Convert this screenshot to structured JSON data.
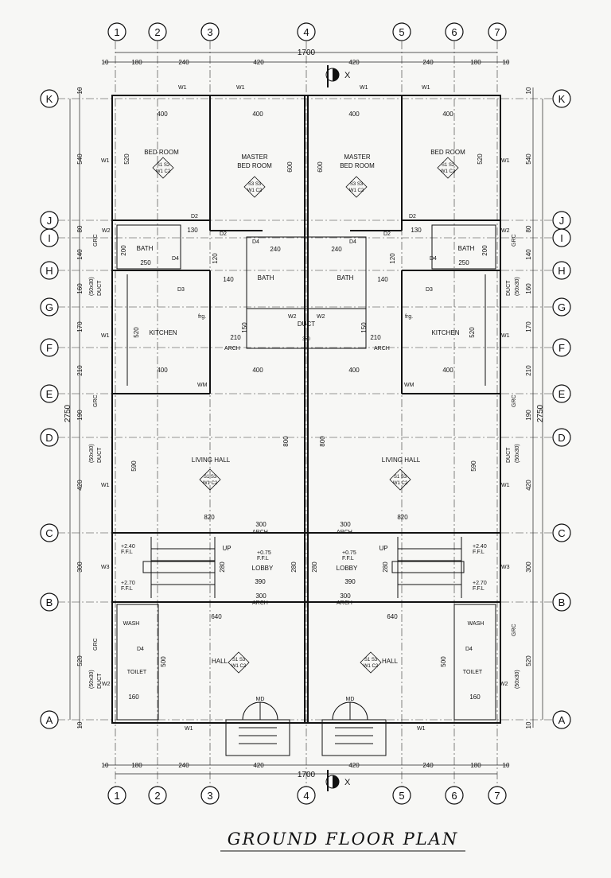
{
  "title": "GROUND FLOOR PLAN",
  "columns": [
    "1",
    "2",
    "3",
    "4",
    "5",
    "6",
    "7"
  ],
  "rows": [
    "K",
    "J",
    "I",
    "H",
    "G",
    "F",
    "E",
    "D",
    "C",
    "B",
    "A"
  ],
  "top_dims": [
    "10",
    "180",
    "240",
    "420",
    "420",
    "240",
    "180",
    "10"
  ],
  "overall_width": "1700",
  "overall_height": "2750",
  "left_dims": [
    "10",
    "540",
    "80",
    "140",
    "160",
    "170",
    "210",
    "190",
    "420",
    "300",
    "520",
    "10"
  ],
  "right_dims": [
    "10",
    "540",
    "80",
    "140",
    "160",
    "170",
    "210",
    "190",
    "420",
    "300",
    "520",
    "10"
  ],
  "section_mark": "X",
  "rooms": {
    "bedroom": "BED ROOM",
    "master_line1": "MASTER",
    "master_line2": "BED ROOM",
    "bath": "BATH",
    "kitchen": "KITCHEN",
    "duct": "DUCT",
    "living": "LIVING HALL",
    "lobby": "LOBBY",
    "hall": "HALL",
    "toilet": "TOILET",
    "wash": "WASH",
    "up": "UP",
    "md": "MD",
    "frg": "frg."
  },
  "room_dims": {
    "d400": "400",
    "d520": "520",
    "d600": "600",
    "d800": "800",
    "d590": "590",
    "d820": "820",
    "d300": "300",
    "d280": "280",
    "d390": "390",
    "d640": "640",
    "d500": "500",
    "d160": "160",
    "d130": "130",
    "d200": "200",
    "d250": "250",
    "d240": "240",
    "d140": "140",
    "d120": "120",
    "d210": "210",
    "d150": "150",
    "d350": "350"
  },
  "levels": {
    "upper": "+2.40",
    "lower": "+2.70",
    "lobby": "+0.75",
    "ffl": "F.F.L"
  },
  "tags": {
    "grc": "GRC",
    "duct_size": "(50x30)",
    "duct": "DUCT",
    "arch": "ARCH",
    "w1": "W1",
    "w2": "W2",
    "w3": "W3",
    "d2": "D2",
    "d3": "D3",
    "d4": "D4",
    "wm": "WM",
    "floor1": "S1 S2",
    "floor2": "W1 C2",
    "floor3": "S3 S3",
    "floor4": "S1 S3"
  }
}
